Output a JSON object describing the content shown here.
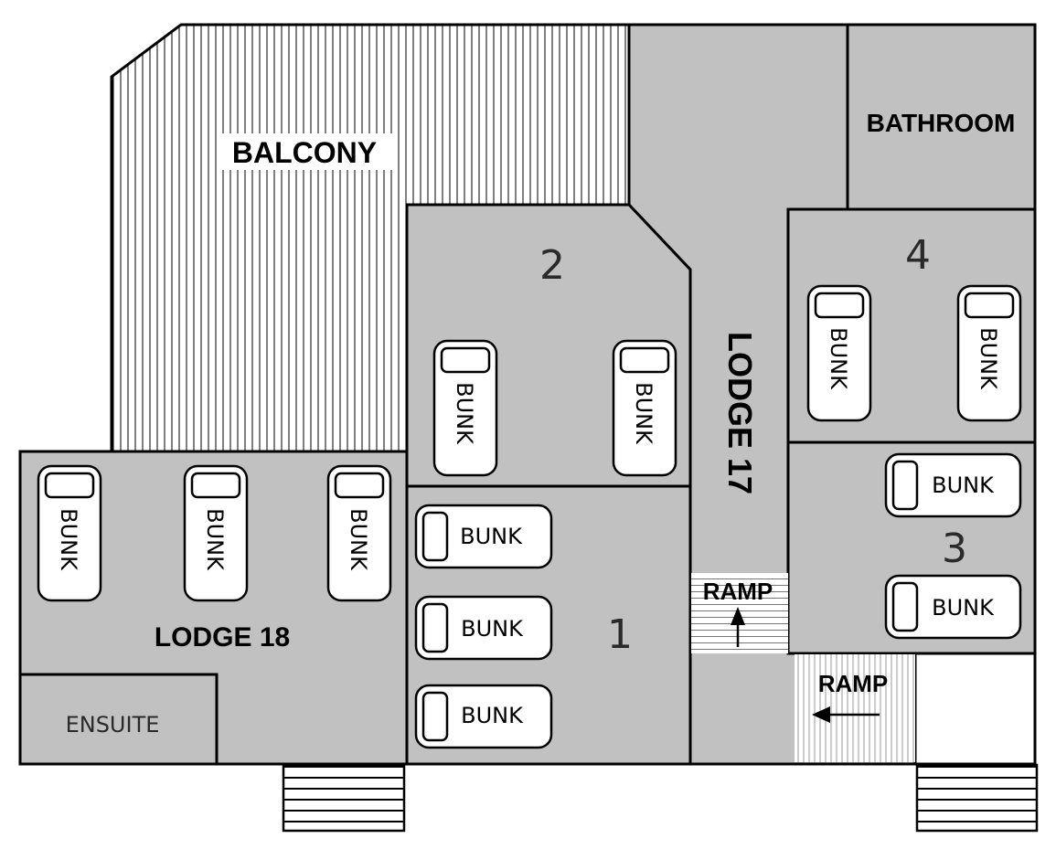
{
  "labels": {
    "balcony": "BALCONY",
    "bathroom": "BATHROOM",
    "lodge17": "LODGE 17",
    "lodge18": "LODGE 18",
    "ensuite": "ENSUITE",
    "room1": "1",
    "room2": "2",
    "room3": "3",
    "room4": "4",
    "ramp": "RAMP",
    "bunk": "BUNK"
  },
  "colors": {
    "room_fill": "#c1c1c1",
    "stroke": "#000000",
    "background": "#ffffff"
  },
  "icons": {
    "ramp_arrow_up": "arrow-up-icon",
    "ramp_arrow_left": "arrow-left-icon"
  }
}
